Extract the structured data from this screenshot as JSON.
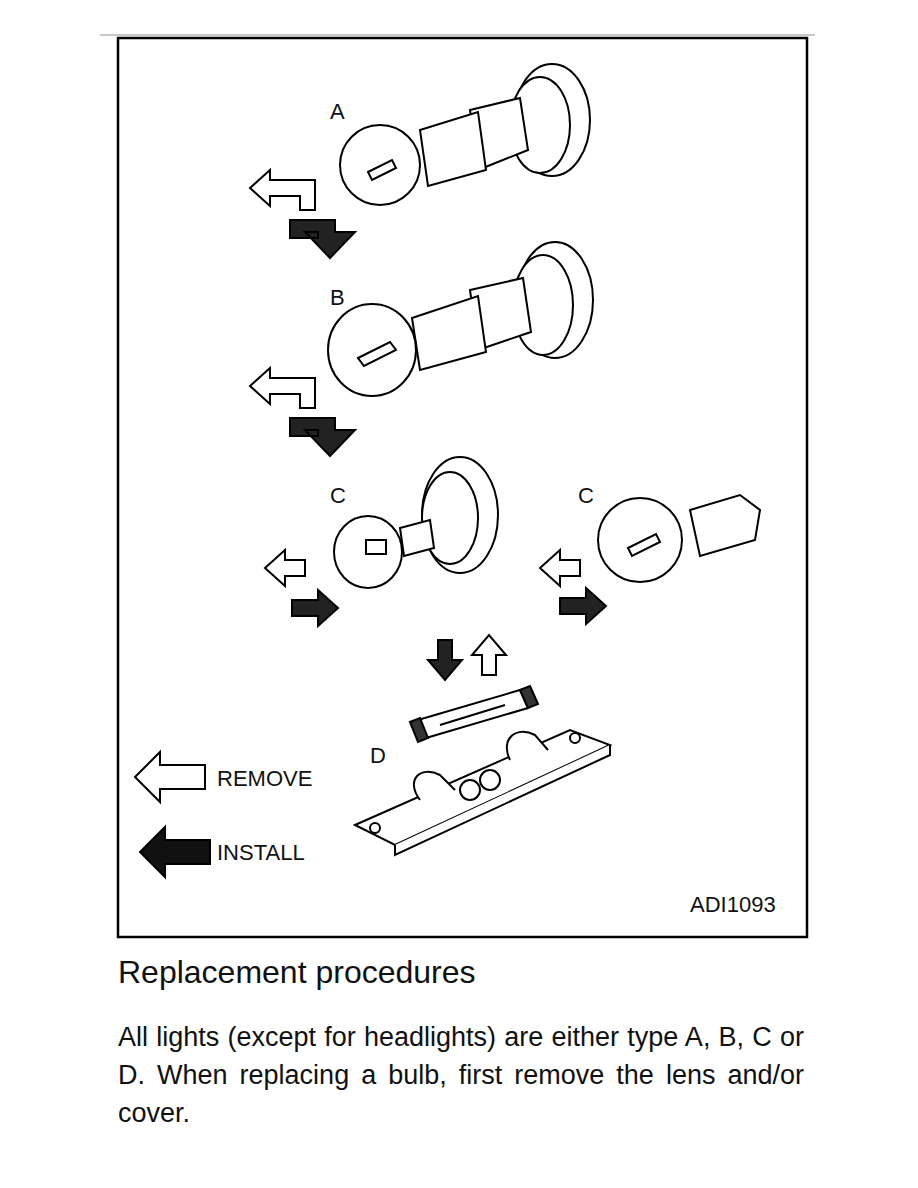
{
  "diagram": {
    "title": "Replacement procedures",
    "caption": "All lights (except for headlights) are either type A, B, C or D. When replacing a bulb, first remove the lens and/or cover.",
    "labels": [
      "A",
      "B",
      "C",
      "C",
      "D",
      "ADI1093"
    ],
    "legend": [
      {
        "text": "REMOVE"
      },
      {
        "text": "INSTALL"
      }
    ]
  }
}
